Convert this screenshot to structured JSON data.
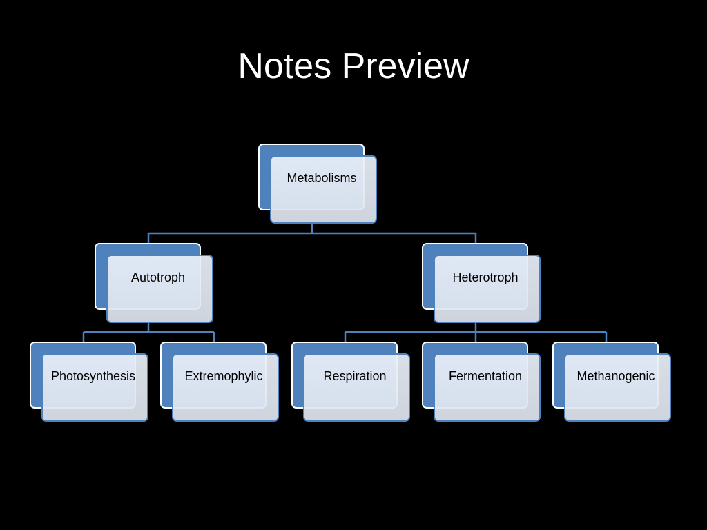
{
  "slide": {
    "title": "Notes Preview"
  },
  "diagram": {
    "type": "hierarchy",
    "colors": {
      "accent": "#4f81bd",
      "box_fill": "#eaf0f8",
      "background": "#000000",
      "connector": "#4f81bd"
    },
    "root": "Metabolisms",
    "level1": [
      "Autotroph",
      "Heterotroph"
    ],
    "level2": [
      "Photosynthesis",
      "Extremophylic",
      "Respiration",
      "Fermentation",
      "Methanogenic"
    ],
    "edges": [
      [
        "Metabolisms",
        "Autotroph"
      ],
      [
        "Metabolisms",
        "Heterotroph"
      ],
      [
        "Autotroph",
        "Photosynthesis"
      ],
      [
        "Autotroph",
        "Extremophylic"
      ],
      [
        "Heterotroph",
        "Respiration"
      ],
      [
        "Heterotroph",
        "Fermentation"
      ],
      [
        "Heterotroph",
        "Methanogenic"
      ]
    ]
  }
}
